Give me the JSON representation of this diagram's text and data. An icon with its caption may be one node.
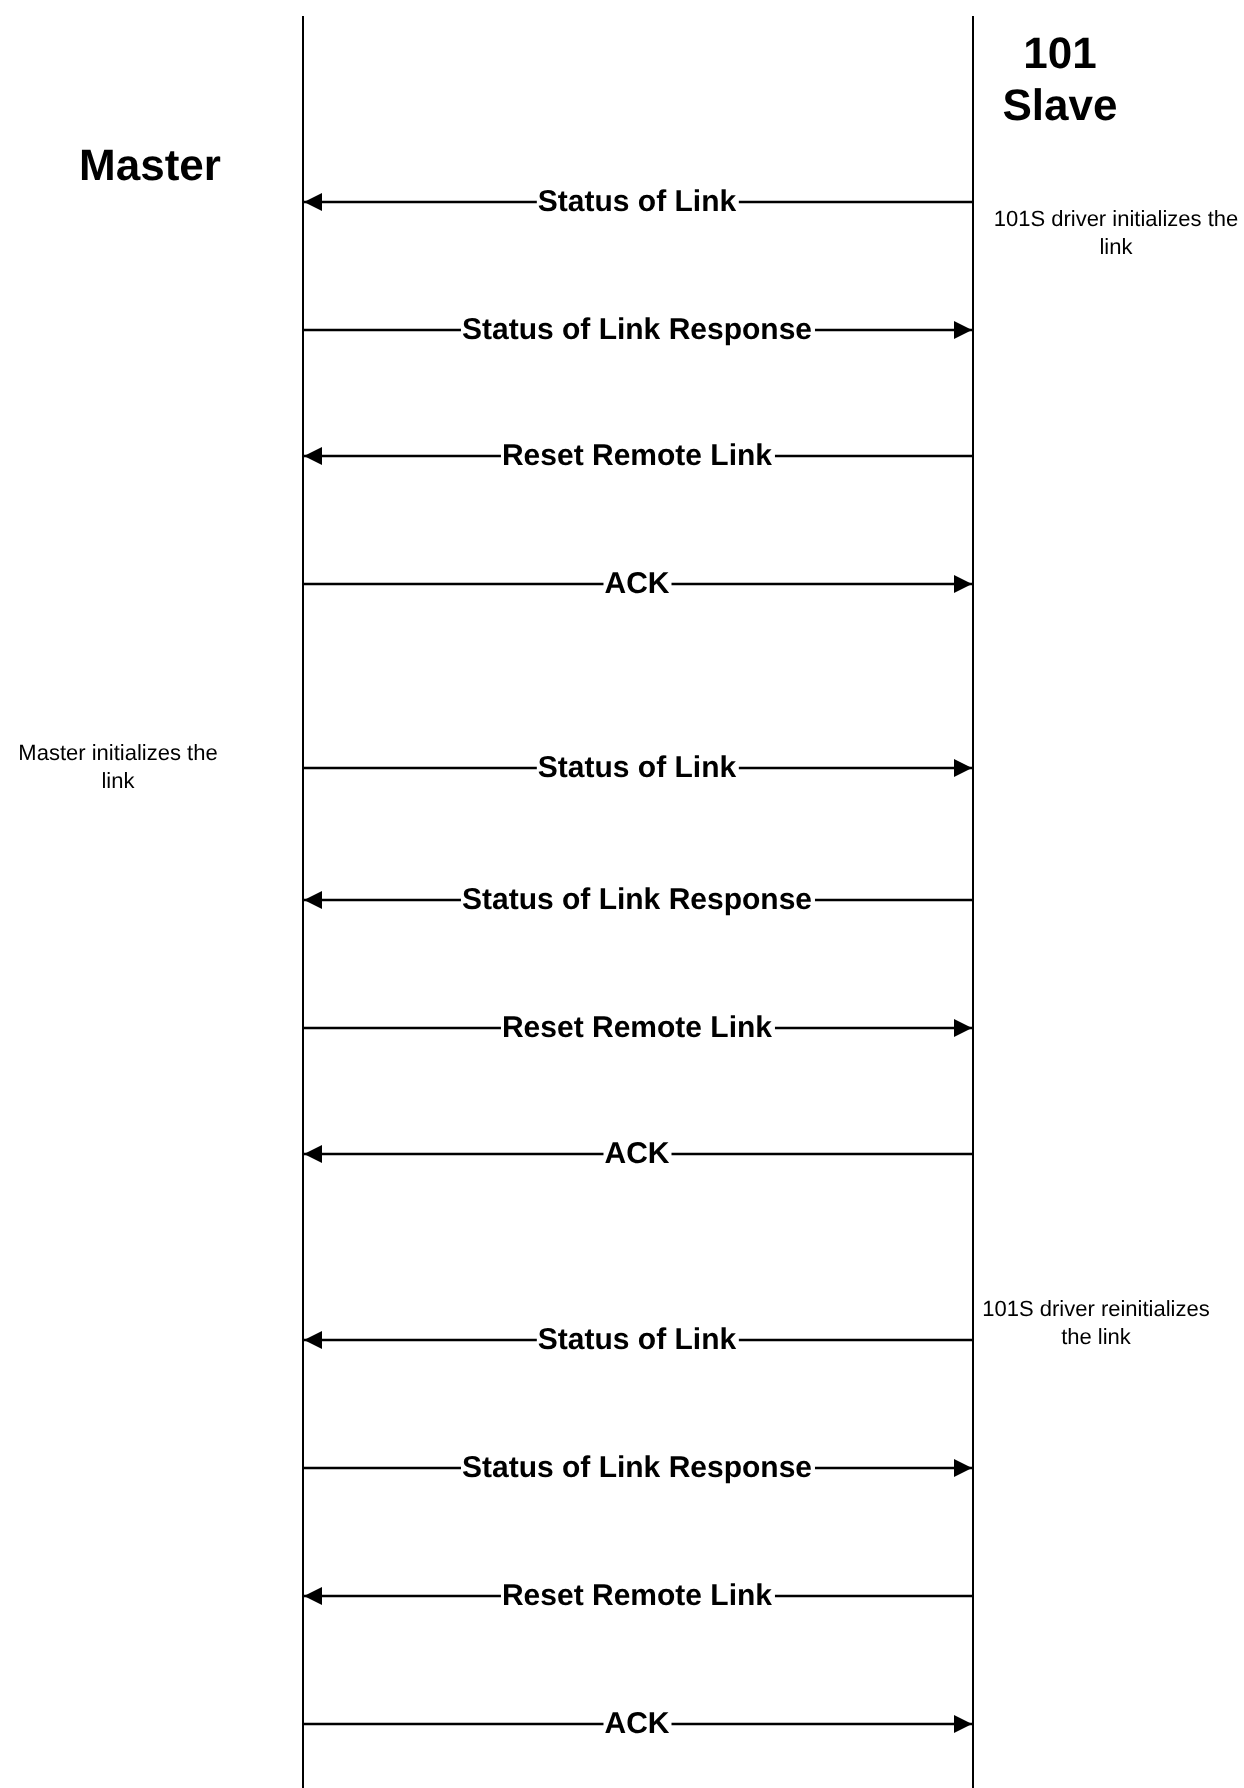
{
  "diagram": {
    "nodes": [
      {
        "text": [
          "Master"
        ]
      },
      {
        "text": [
          "101 Slave"
        ]
      }
    ],
    "edges": [
      {
        "from": 1,
        "to": 0,
        "arrow": "to",
        "label": "Status of Link"
      },
      {
        "from": 0,
        "to": 1,
        "arrow": "to",
        "label": "Status of Link Response"
      },
      {
        "from": 1,
        "to": 0,
        "arrow": "to",
        "label": "Reset Remote Link"
      },
      {
        "from": 0,
        "to": 1,
        "arrow": "to",
        "label": "ACK"
      },
      {
        "from": 0,
        "to": 1,
        "arrow": "to",
        "label": "Status of Link"
      },
      {
        "from": 1,
        "to": 0,
        "arrow": "to",
        "label": "Status of Link Response"
      },
      {
        "from": 0,
        "to": 1,
        "arrow": "to",
        "label": "Reset Remote Link"
      },
      {
        "from": 1,
        "to": 0,
        "arrow": "to",
        "label": "ACK"
      },
      {
        "from": 1,
        "to": 0,
        "arrow": "to",
        "label": "Status of Link"
      },
      {
        "from": 0,
        "to": 1,
        "arrow": "to",
        "label": "Status of Link Response"
      },
      {
        "from": 1,
        "to": 0,
        "arrow": "to",
        "label": "Reset Remote Link"
      },
      {
        "from": 0,
        "to": 1,
        "arrow": "to",
        "label": "ACK"
      }
    ],
    "labels": [
      "101S driver initializes the link",
      "Master initializes the link",
      "101S driver reinitializes the link"
    ]
  }
}
